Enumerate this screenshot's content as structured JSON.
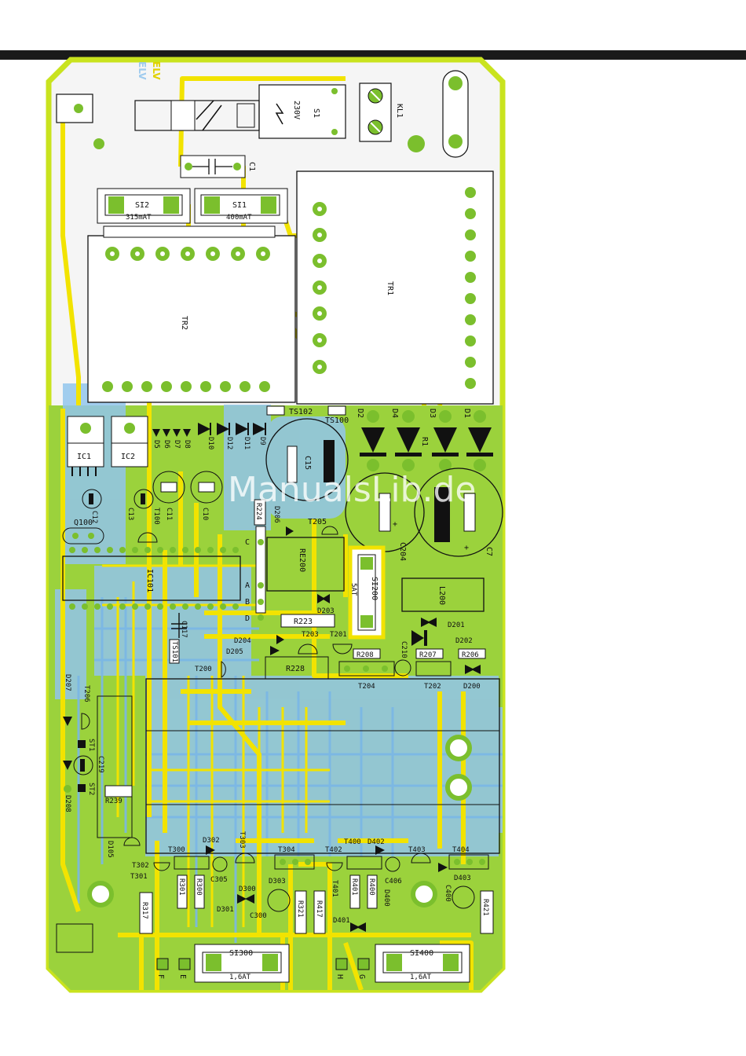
{
  "watermark": "ManualsLib.de",
  "brand": {
    "top": "ELV",
    "bottom": "ELV"
  },
  "colors": {
    "board": "#9bd23c",
    "board_light": "#f5f5f5",
    "outline": "#c9e31e",
    "copper_top": "#f2e300",
    "copper_bottom": "#92c5ec",
    "pad": "#7bbf2d",
    "silk": "#111111"
  },
  "labels": {
    "kl1": "KL1",
    "s1": "S1",
    "v230": "230V",
    "c1": "C1",
    "si2": "SI2",
    "si2_val": "315mAT",
    "si1": "SI1",
    "si1_val": "400mAT",
    "tr2": "TR2",
    "tr1": "TR1",
    "ts102": "TS102",
    "ts100": "TS100",
    "d2": "D2",
    "d4": "D4",
    "d3": "D3",
    "d1": "D1",
    "r1": "R1",
    "ic1": "IC1",
    "ic2": "IC2",
    "d5": "D5",
    "d6": "D6",
    "d7": "D7",
    "d8": "D8",
    "d10": "D10",
    "d12": "D12",
    "d11": "D11",
    "d9": "D9",
    "c15": "C15",
    "c12": "C12",
    "c13": "C13",
    "c11": "C11",
    "c10": "C10",
    "t100": "T100",
    "q100": "Q100",
    "c204": "C204",
    "c7": "C7",
    "r224": "R224",
    "d206": "D206",
    "t205": "T205",
    "re200": "RE200",
    "si200": "SI200",
    "si200_val": "5AT",
    "l200": "L200",
    "ic101": "IC101",
    "d203": "D203",
    "r223": "R223",
    "d201": "D201",
    "d202": "D202",
    "d204": "D204",
    "d205": "D205",
    "t203": "T203",
    "t201": "T201",
    "c117": "C117",
    "ts101": "TS101",
    "t200": "T200",
    "r228": "R228",
    "r208": "R208",
    "r207": "R207",
    "r206": "R206",
    "c210": "C210",
    "t204": "T204",
    "t202": "T202",
    "d200": "D200",
    "d207": "D207",
    "t206": "T206",
    "st1": "ST1",
    "c219": "C219",
    "st2": "ST2",
    "r239": "R239",
    "d208": "D208",
    "d105": "D105",
    "t300": "T300",
    "d302": "D302",
    "t303": "T303",
    "t304": "T304",
    "t400": "T400",
    "d402": "D402",
    "t402": "T402",
    "t403": "T403",
    "t404": "T404",
    "t302": "T302",
    "t301": "T301",
    "r301": "R301",
    "r300": "R300",
    "c305": "C305",
    "d300": "D300",
    "d303": "D303",
    "d301": "D301",
    "c300": "C300",
    "r321": "R321",
    "r417": "R417",
    "t401": "T401",
    "r401": "R401",
    "r400": "R400",
    "c406": "C406",
    "d400": "D400",
    "d403": "D403",
    "c400": "C400",
    "r421": "R421",
    "r317": "R317",
    "d401": "D401",
    "si300": "SI300",
    "si300_val": "1,6AT",
    "si400": "SI400",
    "si400_val": "1,6AT",
    "pin_f": "F",
    "pin_e": "E",
    "pin_h": "H",
    "pin_g": "G",
    "pin_c": "C",
    "pin_a": "A",
    "pin_b": "B",
    "pin_d": "D"
  }
}
